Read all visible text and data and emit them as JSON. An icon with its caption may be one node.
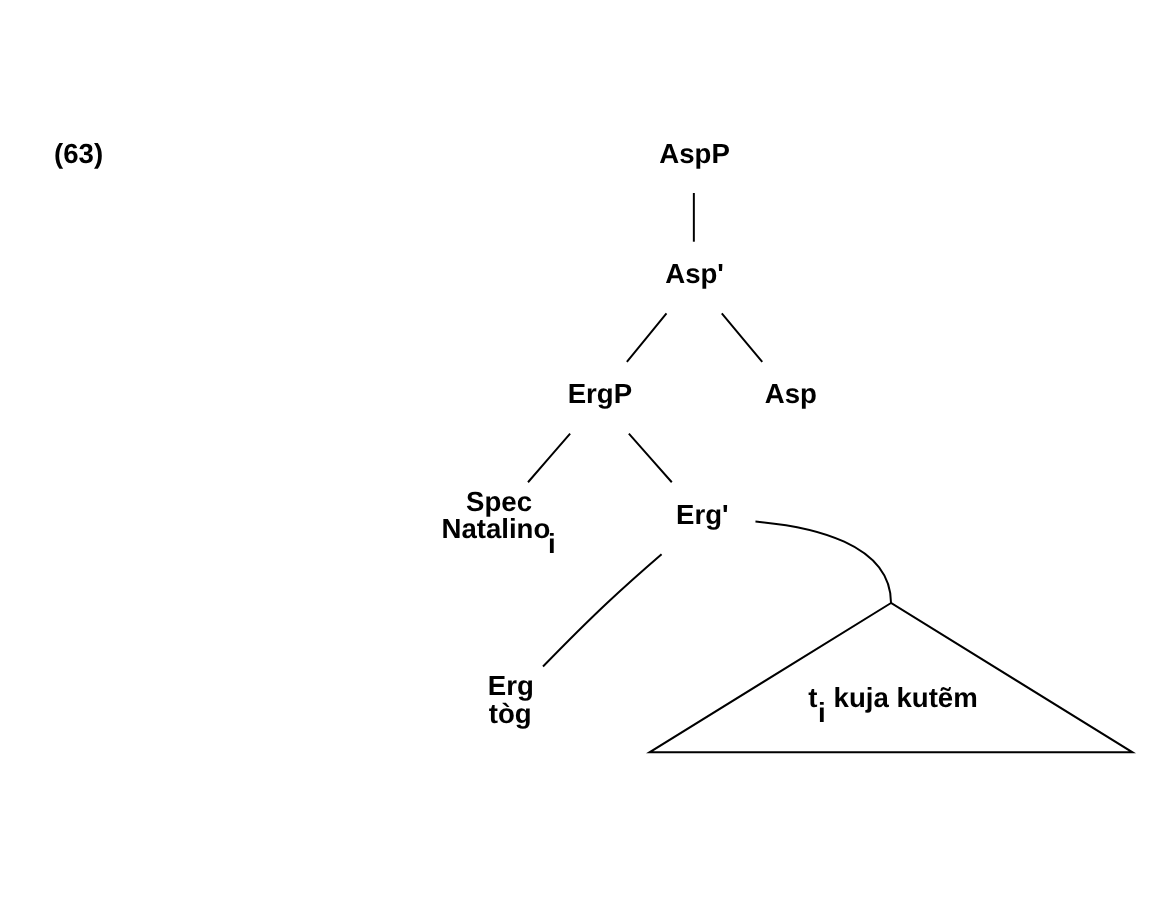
{
  "diagram": {
    "nodes": [
      {
        "text": [
          "AspP"
        ]
      },
      {
        "text": [
          "Asp'"
        ]
      },
      {
        "text": [
          "ErgP"
        ]
      },
      {
        "text": [
          "Asp"
        ]
      },
      {
        "text": [
          "Spec",
          "Natalino$_{i}$"
        ]
      },
      {
        "text": [
          "Erg'"
        ]
      },
      {
        "text": [
          "Erg",
          "tòg"
        ]
      },
      {
        "text": [
          "t$_{i}$ kuja kutẽm"
        ]
      }
    ],
    "edges": [
      {
        "from": 0,
        "to": 1,
        "arrow": "none"
      },
      {
        "from": 1,
        "to": 2,
        "arrow": "none"
      },
      {
        "from": 1,
        "to": 3,
        "arrow": "none"
      },
      {
        "from": 2,
        "to": 4,
        "arrow": "none"
      },
      {
        "from": 2,
        "to": 5,
        "arrow": "none"
      },
      {
        "from": 5,
        "to": 6,
        "arrow": "none"
      },
      {
        "from": 5,
        "to": 7,
        "arrow": "none"
      }
    ],
    "labels": [
      "(63)"
    ]
  }
}
